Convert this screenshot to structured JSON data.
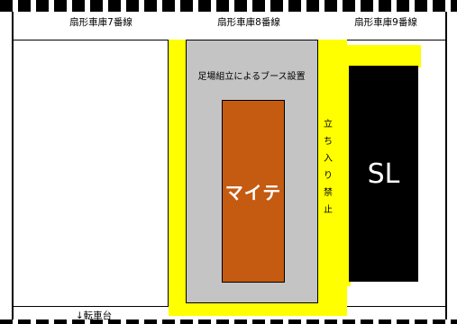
{
  "tracks": {
    "line7": "扇形車庫7番線",
    "line8": "扇形車庫8番線",
    "line9": "扇形車庫9番線"
  },
  "booth": {
    "label": "足場組立によるブース設置"
  },
  "vehicles": {
    "maite": "マイテ",
    "sl": "SL"
  },
  "no_entry": "立ち入り禁止",
  "turntable": "↓転車台",
  "colors": {
    "yellow_zone": "#ffff00",
    "booth_gray": "#c4c4c4",
    "maite_orange": "#c55a11",
    "sl_black": "#000000"
  }
}
